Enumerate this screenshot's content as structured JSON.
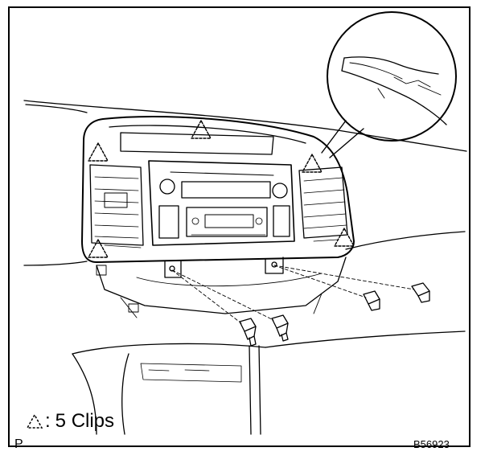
{
  "legend": {
    "symbol_icon": "dashed-triangle-clip-icon",
    "separator": ":",
    "text": "5 Clips"
  },
  "corner_mark": "P",
  "figure_code": "B56923",
  "colors": {
    "ink": "#000000",
    "paper": "#ffffff"
  }
}
